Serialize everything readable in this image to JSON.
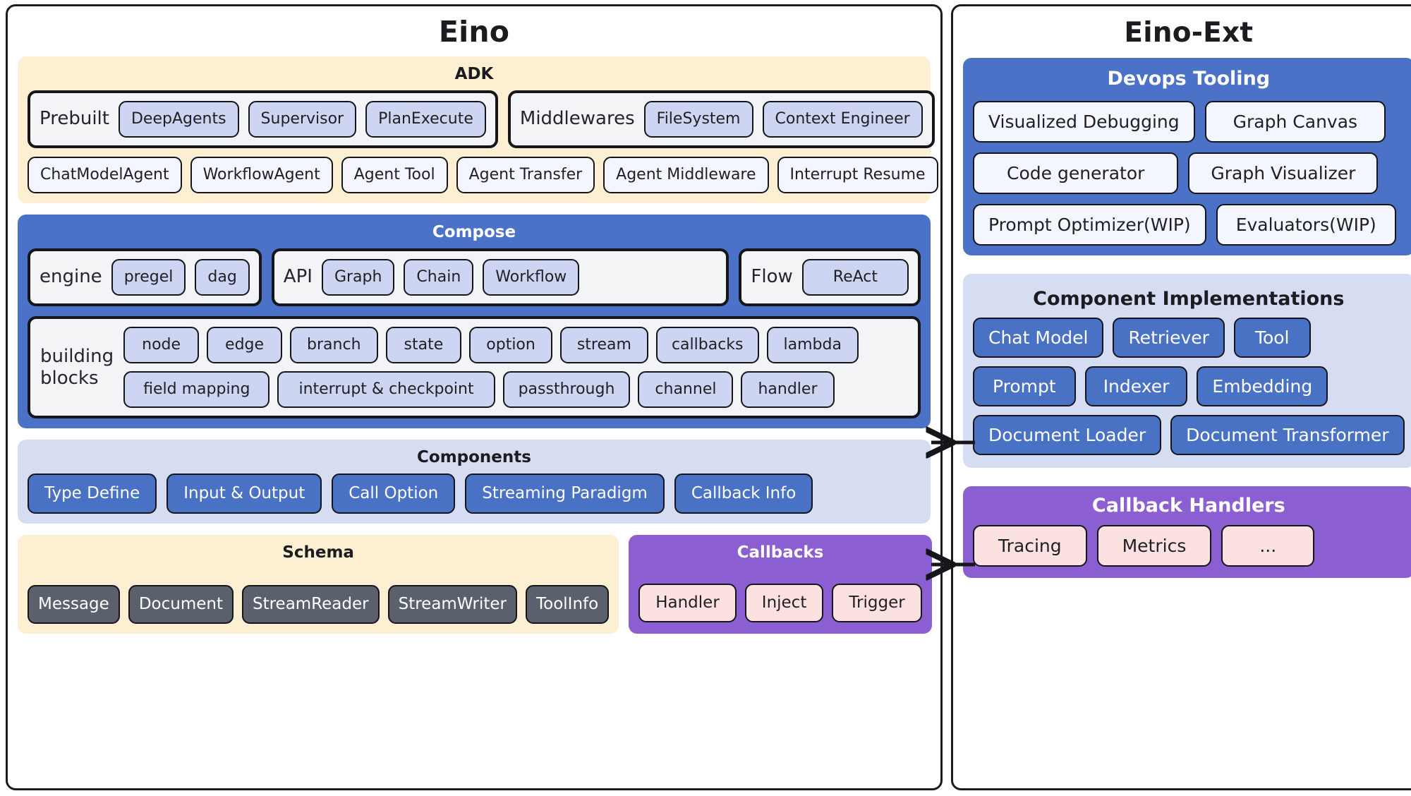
{
  "eino": {
    "title": "Eino",
    "adk": {
      "title": "ADK",
      "prebuilt": {
        "label": "Prebuilt",
        "items": [
          "DeepAgents",
          "Supervisor",
          "PlanExecute"
        ]
      },
      "middlewares": {
        "label": "Middlewares",
        "items": [
          "FileSystem",
          "Context Engineer"
        ]
      },
      "features": [
        "ChatModelAgent",
        "WorkflowAgent",
        "Agent Tool",
        "Agent Transfer",
        "Agent Middleware",
        "Interrupt Resume"
      ]
    },
    "compose": {
      "title": "Compose",
      "engine": {
        "label": "engine",
        "items": [
          "pregel",
          "dag"
        ]
      },
      "api": {
        "label": "API",
        "items": [
          "Graph",
          "Chain",
          "Workflow"
        ]
      },
      "flow": {
        "label": "Flow",
        "items": [
          "ReAct"
        ]
      },
      "building_blocks": {
        "label_line1": "building",
        "label_line2": "blocks",
        "row1": [
          "node",
          "edge",
          "branch",
          "state",
          "option",
          "stream",
          "callbacks",
          "lambda"
        ],
        "row2": [
          "field mapping",
          "interrupt & checkpoint",
          "passthrough",
          "channel",
          "handler"
        ]
      }
    },
    "components": {
      "title": "Components",
      "items": [
        "Type Define",
        "Input & Output",
        "Call Option",
        "Streaming Paradigm",
        "Callback Info"
      ]
    },
    "schema": {
      "title": "Schema",
      "items": [
        "Message",
        "Document",
        "StreamReader",
        "StreamWriter",
        "ToolInfo"
      ]
    },
    "callbacks": {
      "title": "Callbacks",
      "items": [
        "Handler",
        "Inject",
        "Trigger"
      ]
    }
  },
  "eino_ext": {
    "title": "Eino-Ext",
    "devops": {
      "title": "Devops Tooling",
      "row1": [
        "Visualized Debugging",
        "Graph Canvas"
      ],
      "row2": [
        "Code generator",
        "Graph Visualizer"
      ],
      "row3": [
        "Prompt Optimizer(WIP)",
        "Evaluators(WIP)"
      ]
    },
    "component_implementations": {
      "title": "Component Implementations",
      "row1": [
        "Chat Model",
        "Retriever",
        "Tool"
      ],
      "row2": [
        "Prompt",
        "Indexer",
        "Embedding"
      ],
      "row3": [
        "Document Loader",
        "Document Transformer"
      ]
    },
    "callback_handlers": {
      "title": "Callback Handlers",
      "items": [
        "Tracing",
        "Metrics",
        "..."
      ]
    }
  },
  "connections": [
    {
      "name": "components-arrow",
      "from": "component-implementations",
      "to": "components",
      "direction": "left"
    },
    {
      "name": "callbacks-arrow",
      "from": "callback-handlers",
      "to": "callbacks",
      "direction": "left"
    }
  ],
  "colors": {
    "adk_bg": "#fdf0d2",
    "compose_bg": "#4b72c6",
    "components_bg": "#d6dcf2",
    "schema_bg": "#fdf0d2",
    "callbacks_bg": "#8b5fd2",
    "chip_lavender": "#ced5f2",
    "chip_blue": "#4a72c4",
    "chip_gray": "#5a616d",
    "chip_pink": "#fce1e1",
    "border": "#15151a"
  }
}
